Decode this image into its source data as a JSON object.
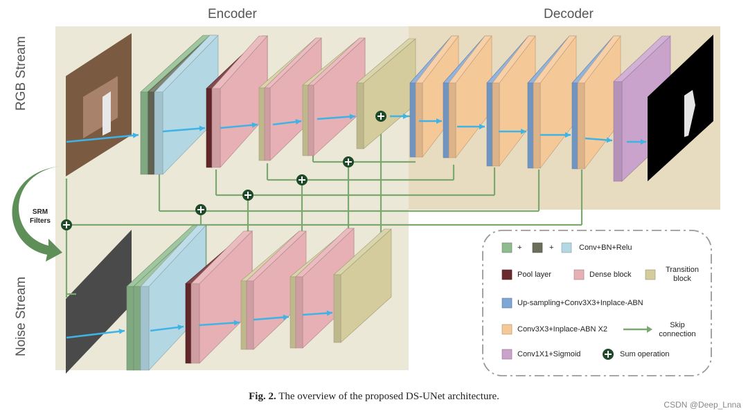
{
  "headers": {
    "encoder": "Encoder",
    "decoder": "Decoder"
  },
  "streams": {
    "rgb": "RGB Stream",
    "noise": "Noise Stream",
    "srm": "SRM Filters"
  },
  "legend": {
    "conv_plus1": "+",
    "conv_plus2": "+",
    "conv": "Conv+BN+Relu",
    "pool": "Pool layer",
    "dense": "Dense block",
    "transition": "Transition block",
    "upsampling": "Up-sampling+Conv3X3+Inplace-ABN",
    "conv3": "Conv3X3+Inplace-ABN  X2",
    "skip": "Skip connection",
    "conv1": "Conv1X1+Sigmoid",
    "sum": "Sum operation"
  },
  "caption": {
    "fig": "Fig. 2.",
    "text": "The overview of the proposed DS-UNet architecture."
  },
  "watermark": "CSDN @Deep_Lnna",
  "colors": {
    "conv_green": "#8fbc8f",
    "conv_dark": "#6b6e5a",
    "conv_blue": "#b4d7e4",
    "pool": "#6b2a2e",
    "dense": "#e6b0b4",
    "transition": "#d4cc9c",
    "upsample": "#7ea6d6",
    "conv3": "#f5c898",
    "conv1": "#c9a3cc",
    "skip": "#7aa86e",
    "flow": "#3fb3e6"
  }
}
